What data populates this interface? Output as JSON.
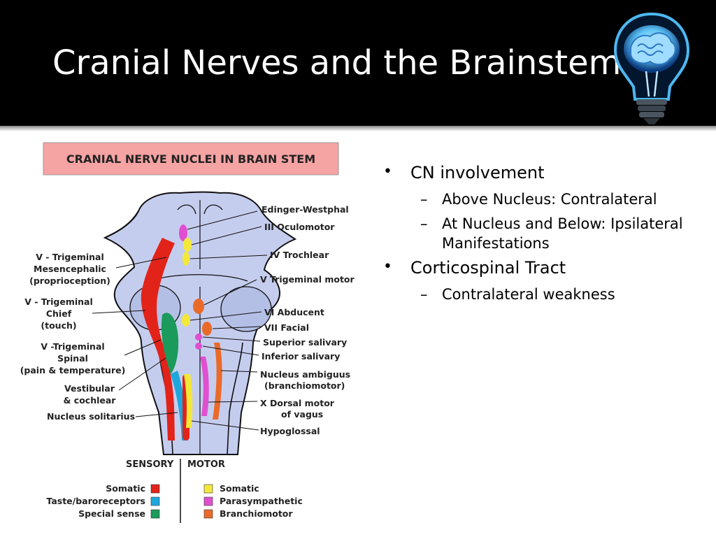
{
  "slide": {
    "title": "Cranial Nerves and the Brainstem",
    "header_color": "#000000"
  },
  "icons": {
    "bulb": "lightbulb-brain-icon"
  },
  "diagram": {
    "title": "CRANIAL NERVE NUCLEI IN BRAIN STEM",
    "right_labels": {
      "edinger": "Edinger-Westphal",
      "oculomotor": "III Oculomotor",
      "trochlear": "IV Trochlear",
      "trig_motor": "V Trigeminal motor",
      "abducent": "VI Abducent",
      "facial": "VII Facial",
      "sup_salivary": "Superior salivary",
      "inf_salivary": "Inferior salivary",
      "ambiguus_1": "Nucleus ambiguus",
      "ambiguus_2": "(branchiomotor)",
      "vagus_1": "X Dorsal motor",
      "vagus_2": "of vagus",
      "hypoglossal": "Hypoglossal"
    },
    "left_labels": {
      "mes_1": "V - Trigeminal",
      "mes_2": "Mesencephalic",
      "mes_3": "(proprioception)",
      "chief_1": "V - Trigeminal",
      "chief_2": "Chief",
      "chief_3": "(touch)",
      "spinal_1": "V -Trigeminal",
      "spinal_2": "Spinal",
      "spinal_3": "(pain & temperature)",
      "vest_1": "Vestibular",
      "vest_2": "& cochlear",
      "solitarius": "Nucleus solitarius"
    },
    "legend": {
      "sensory": "SENSORY",
      "motor": "MOTOR",
      "somatic_s": "Somatic",
      "taste": "Taste/baroreceptors",
      "special": "Special sense",
      "somatic_m": "Somatic",
      "parasym": "Parasympathetic",
      "branchio": "Branchiomotor"
    },
    "colors": {
      "somatic_sensory": "#e2231a",
      "taste": "#1ea7dd",
      "special_sense": "#1a9a5b",
      "somatic_motor": "#f3e83a",
      "parasympathetic": "#e04fd0",
      "branchiomotor": "#ea6a2a",
      "title_box": "#f5a3a3"
    }
  },
  "bullets": [
    {
      "level": 1,
      "text": "CN involvement"
    },
    {
      "level": 2,
      "text": "Above Nucleus: Contralateral"
    },
    {
      "level": 2,
      "text": "At Nucleus and Below: Ipsilateral Manifestations"
    },
    {
      "level": 1,
      "text": "Corticospinal Tract"
    },
    {
      "level": 2,
      "text": "Contralateral weakness"
    }
  ]
}
